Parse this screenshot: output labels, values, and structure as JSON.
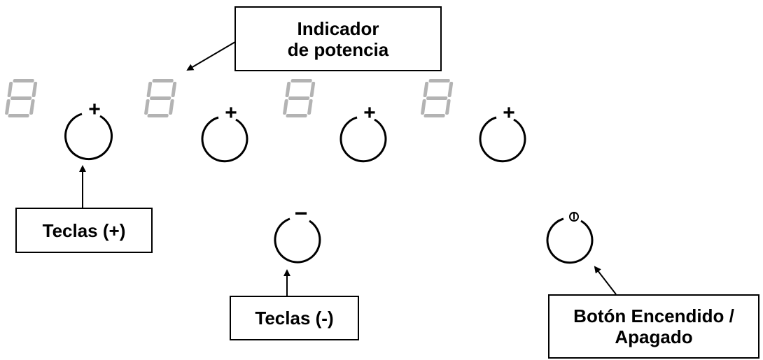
{
  "callouts": {
    "indicador": {
      "line1": "Indicador",
      "line2": "de potencia"
    },
    "plus": {
      "label": "Teclas (+)"
    },
    "minus": {
      "label": "Teclas (-)"
    },
    "power": {
      "line1": "Botón Encendido /",
      "line2": "Apagado"
    }
  },
  "zones": [
    {
      "display_digit": "8",
      "key_symbol": "+"
    },
    {
      "display_digit": "8",
      "key_symbol": "+"
    },
    {
      "display_digit": "8",
      "key_symbol": "+"
    },
    {
      "display_digit": "8",
      "key_symbol": "+"
    }
  ],
  "minus_key": {
    "key_symbol": "−"
  },
  "power_key": {
    "icon": "power-icon"
  },
  "colors": {
    "segment": "#b3b3b3",
    "ink": "#000000"
  }
}
